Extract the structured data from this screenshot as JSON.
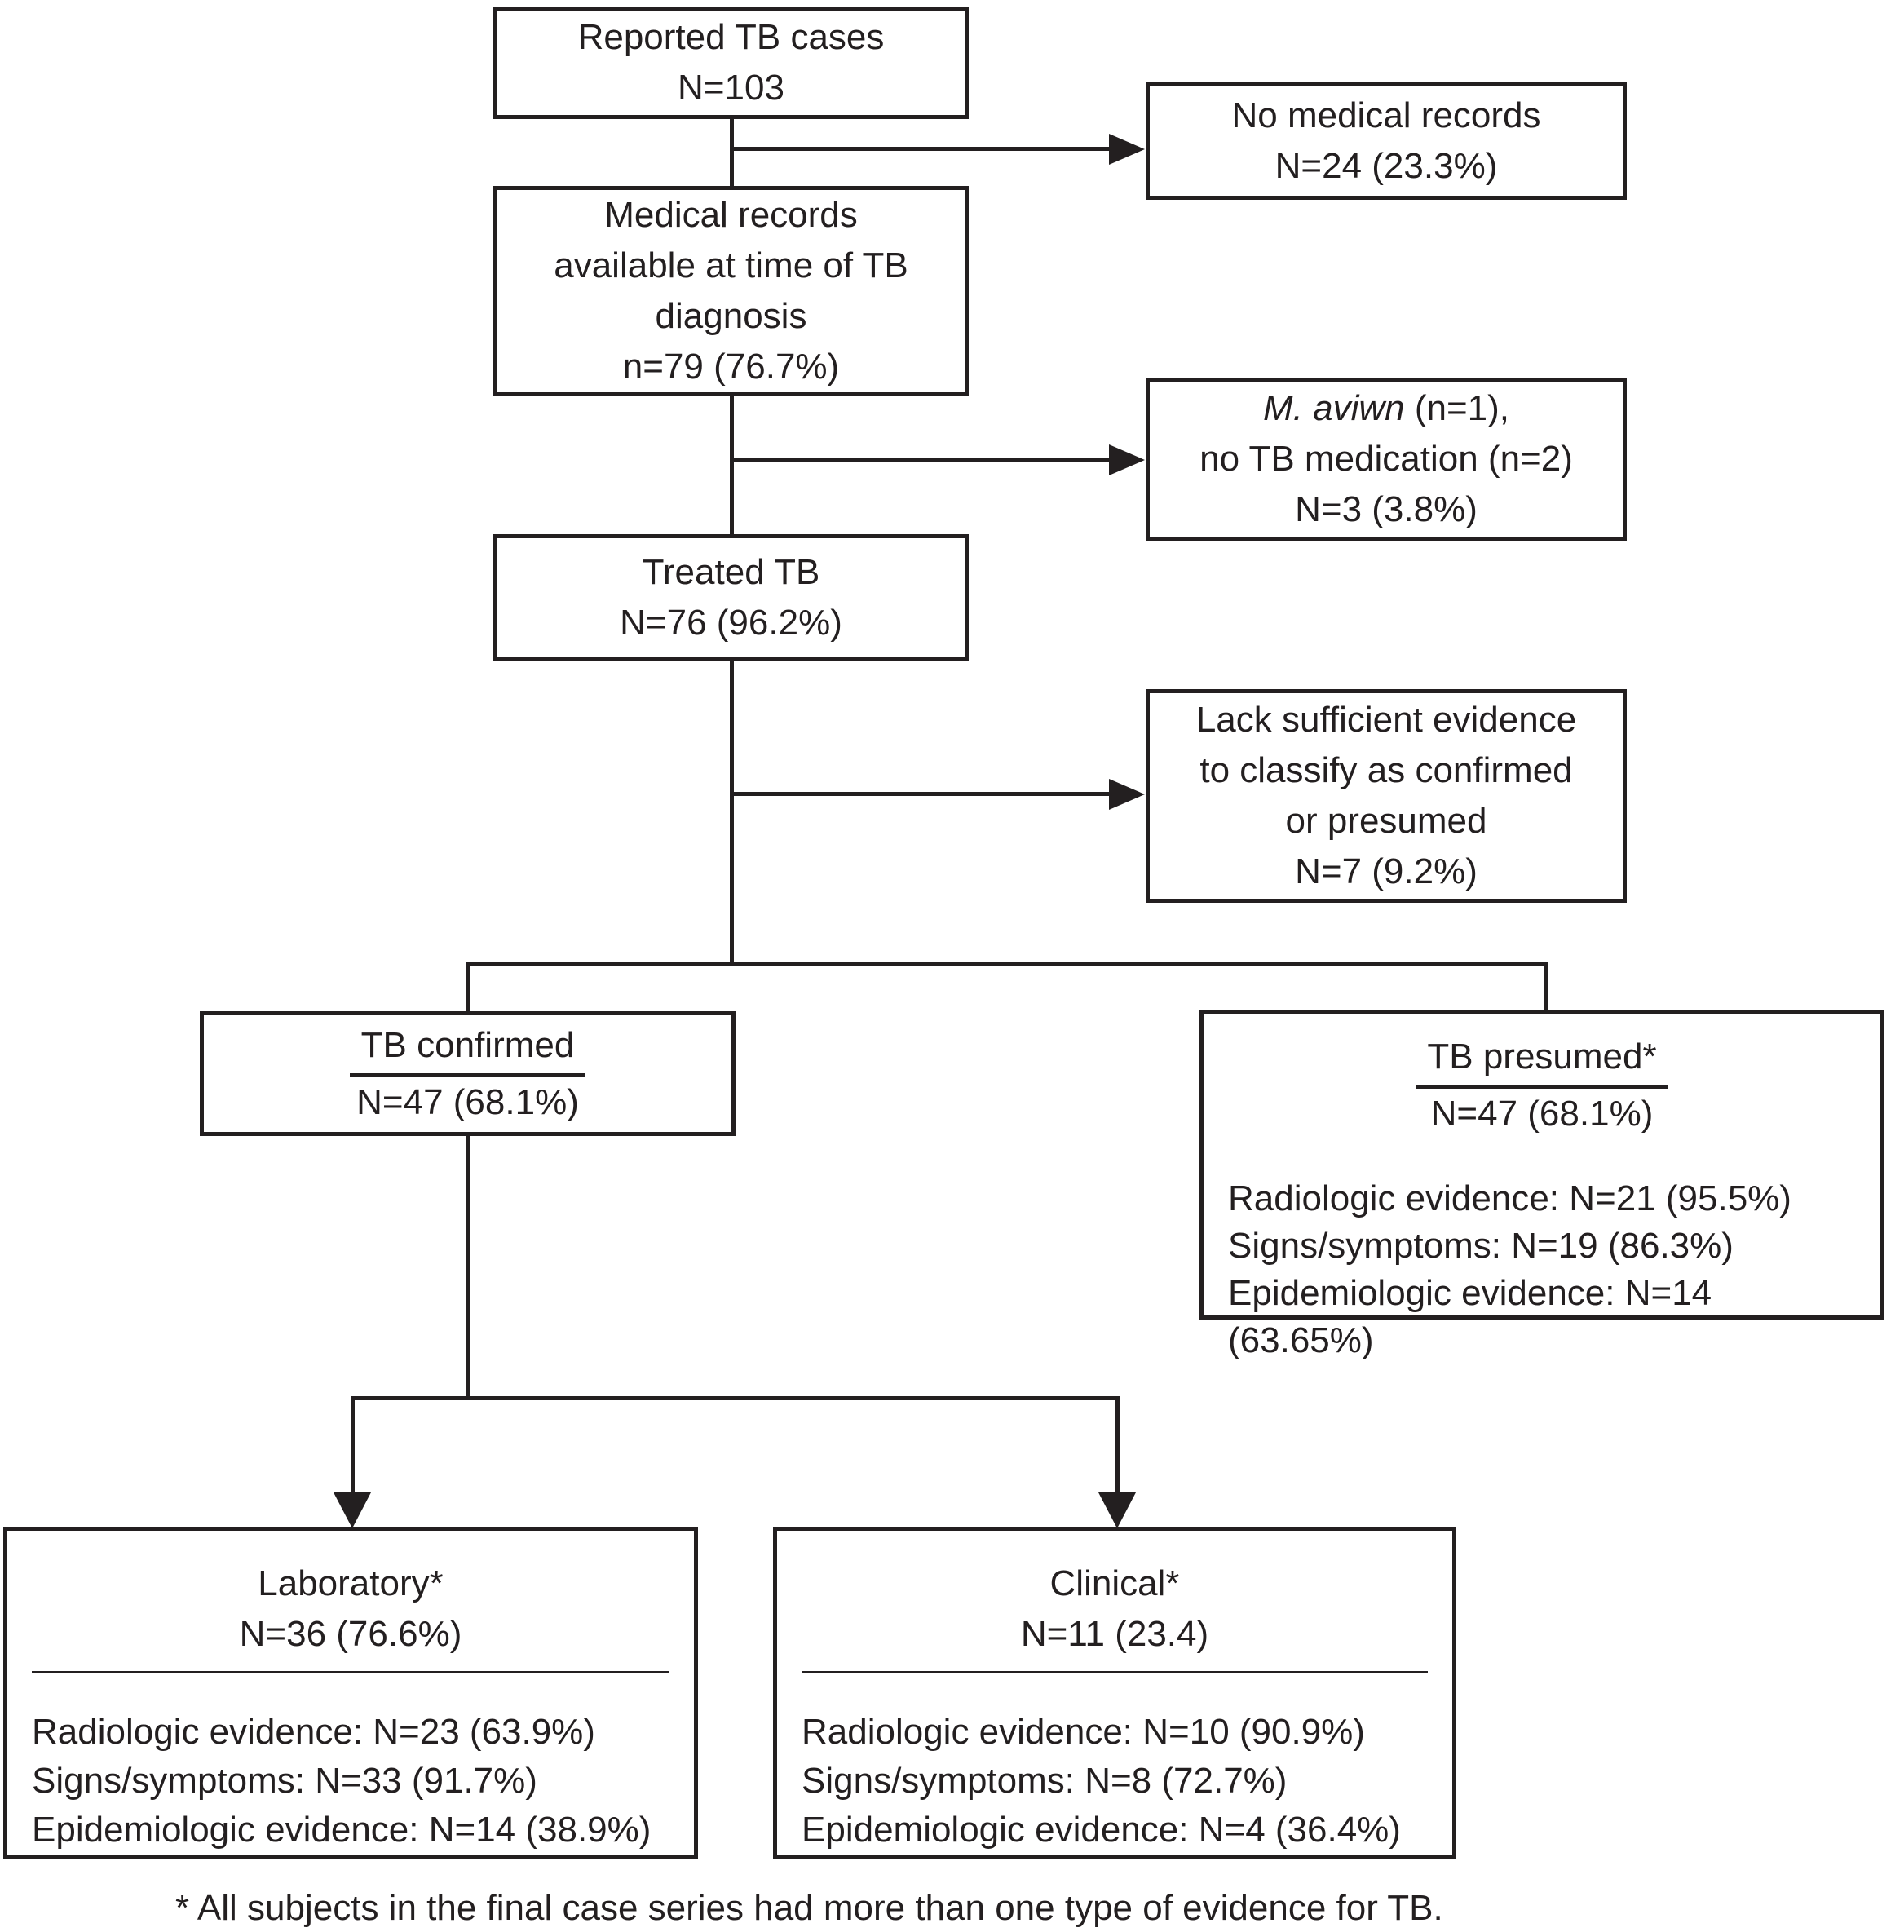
{
  "colors": {
    "line": "#231f20",
    "background": "#ffffff"
  },
  "boxes": {
    "reported": {
      "line1": "Reported TB cases",
      "line2": "N=103"
    },
    "no_records": {
      "line1": "No medical records",
      "line2": "N=24 (23.3%)"
    },
    "medical_records": {
      "line1": "Medical records",
      "line2": "available at time of TB",
      "line3": "diagnosis",
      "line4": "n=79 (76.7%)"
    },
    "m_avium": {
      "line1_italic": "M. aviwn",
      "line1_rest": " (n=1),",
      "line2": "no TB medication (n=2)",
      "line3": "N=3 (3.8%)"
    },
    "treated": {
      "line1": "Treated TB",
      "line2": "N=76 (96.2%)"
    },
    "lack": {
      "line1": "Lack sufficient evidence",
      "line2": "to classify as confirmed",
      "line3": "or presumed",
      "line4": "N=7 (9.2%)"
    },
    "confirmed": {
      "title": "TB confirmed",
      "subtitle": "N=47 (68.1%)"
    },
    "presumed": {
      "title": "TB presumed*",
      "subtitle": "N=47 (68.1%)",
      "details": [
        "Radiologic evidence: N=21 (95.5%)",
        "Signs/symptoms: N=19 (86.3%)",
        "Epidemiologic evidence: N=14 (63.65%)"
      ]
    },
    "laboratory": {
      "title": "Laboratory*",
      "subtitle": "N=36 (76.6%)",
      "details": [
        "Radiologic evidence: N=23 (63.9%)",
        "Signs/symptoms: N=33 (91.7%)",
        "Epidemiologic evidence: N=14 (38.9%)"
      ]
    },
    "clinical": {
      "title": "Clinical*",
      "subtitle": "N=11 (23.4)",
      "details": [
        "Radiologic evidence: N=10 (90.9%)",
        "Signs/symptoms: N=8 (72.7%)",
        "Epidemiologic evidence: N=4 (36.4%)"
      ]
    }
  },
  "footnote": "* All subjects in the final case series had more than one type of evidence for TB."
}
